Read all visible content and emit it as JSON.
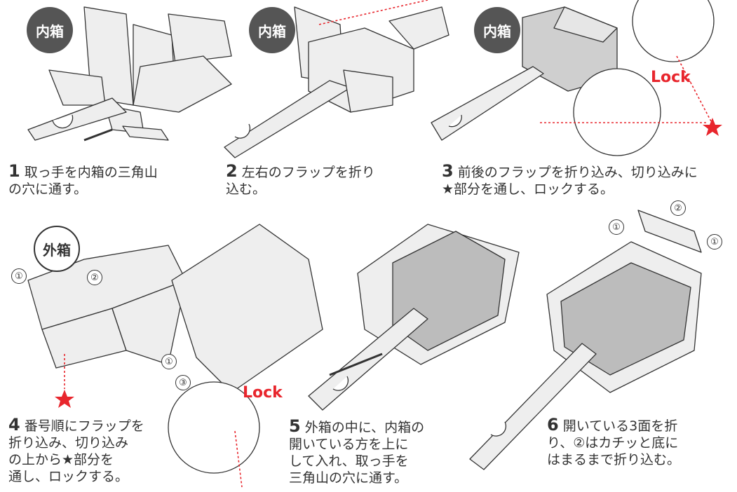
{
  "badges": {
    "inner": "内箱",
    "outer": "外箱"
  },
  "lock_label": "Lock",
  "markers": {
    "one": "①",
    "two": "②",
    "three": "③"
  },
  "steps": [
    {
      "num": "1",
      "text": "取っ手を内箱の三角山\nの穴に通す。"
    },
    {
      "num": "2",
      "text": "左右のフラップを折り\n込む。"
    },
    {
      "num": "3",
      "text": "前後のフラップを折り込み、切り込みに\n★部分を通し、ロックする。"
    },
    {
      "num": "4",
      "text": "番号順にフラップを\n折り込み、切り込み\nの上から★部分を\n通し、ロックする。"
    },
    {
      "num": "5",
      "text": "外箱の中に、内箱の\n開いている方を上に\nして入れ、取っ手を\n三角山の穴に通す。"
    },
    {
      "num": "6",
      "text": "開いている3面を折\nり、②はカチッと底に\nはまるまで折り込む。"
    }
  ],
  "colors": {
    "accent": "#e8262d",
    "badge": "#555555",
    "fill": "#dcdcdc",
    "line": "#333333"
  }
}
